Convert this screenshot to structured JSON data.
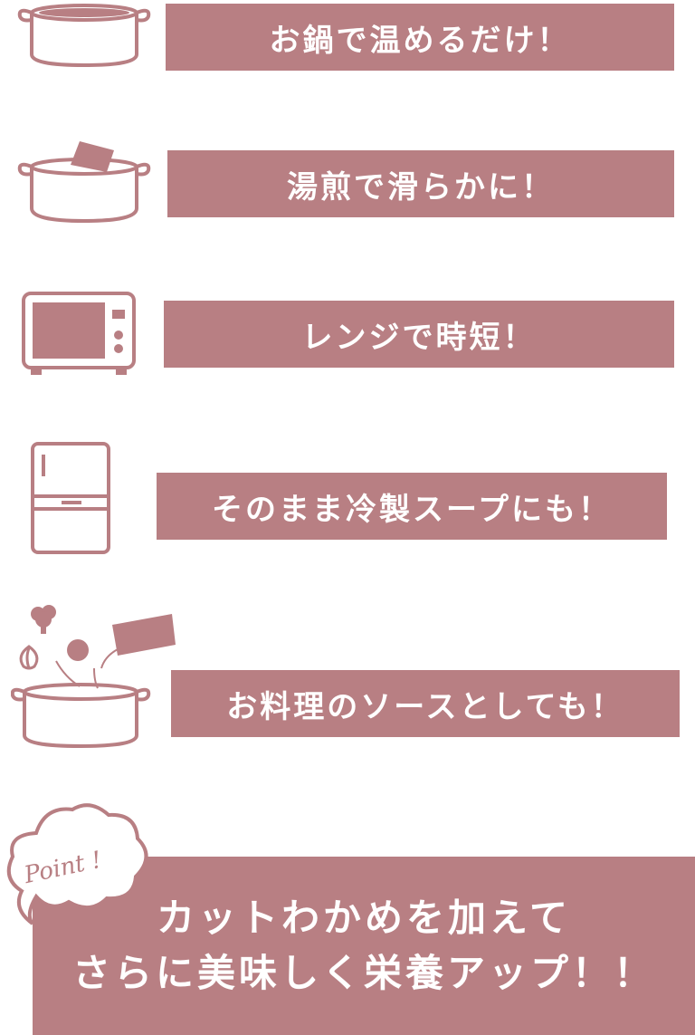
{
  "items": [
    {
      "icon": "pot-icon",
      "label": "お鍋で温めるだけ！"
    },
    {
      "icon": "pot-with-pouch-icon",
      "label": "湯煎で滑らかに！"
    },
    {
      "icon": "microwave-icon",
      "label": "レンジで時短！"
    },
    {
      "icon": "refrigerator-icon",
      "label": "そのまま冷製スープにも！"
    },
    {
      "icon": "cooking-ingredients-pot-icon",
      "label": "お料理のソースとしても！"
    }
  ],
  "point": {
    "badge": "Point !",
    "line1": "カットわかめを加えて",
    "line2": "さらに美味しく栄養アップ！！"
  },
  "colors": {
    "accent": "#b87f83",
    "background": "#ffffff"
  }
}
